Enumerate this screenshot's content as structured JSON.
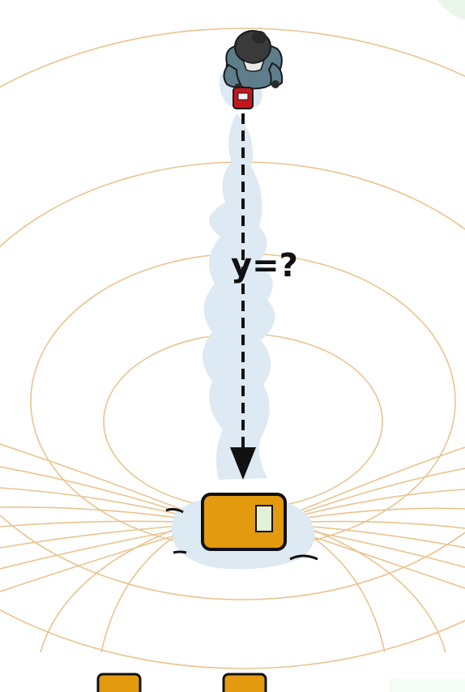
{
  "diagram": {
    "distance_label": "y=?",
    "nodes": [
      {
        "id": "rescuer",
        "icon": "person-with-transceiver-icon"
      },
      {
        "id": "buried-transceiver",
        "icon": "avalanche-beacon-icon"
      },
      {
        "id": "other-transceiver-left",
        "icon": "avalanche-beacon-icon"
      },
      {
        "id": "other-transceiver-right",
        "icon": "avalanche-beacon-icon"
      }
    ],
    "edges": [
      {
        "from": "rescuer",
        "to": "buried-transceiver",
        "style": "dashed-arrow",
        "label": "y=?"
      }
    ],
    "colors": {
      "field_lines": "#E9C48E",
      "transceiver": "#E39A0F",
      "transceiver_outline": "#111111",
      "snow_trail": "#DDE9F3",
      "person_coat": "#5E7E8C",
      "person_hat": "#3A3A3A",
      "handheld_device": "#C4161C",
      "arrow": "#111111"
    }
  }
}
